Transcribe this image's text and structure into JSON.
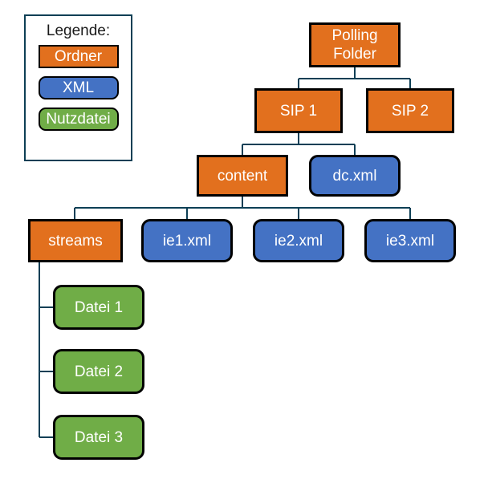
{
  "diagram": {
    "title_visible": false,
    "colors": {
      "folder": "#e2701e",
      "xml": "#4472c4",
      "nutzdatei": "#70ad47",
      "connector": "#0d3f55",
      "border": "#000000",
      "legend_border": "#0d3f55",
      "node_text": "#ffffff",
      "legend_text": "#1a1a1a",
      "background": "#ffffff"
    }
  },
  "legend": {
    "title": "Legende:",
    "items": [
      {
        "label": "Ordner",
        "type": "folder"
      },
      {
        "label": "XML",
        "type": "xml"
      },
      {
        "label": "Nutzdatei",
        "type": "nutzdatei"
      }
    ]
  },
  "tree": {
    "root": {
      "label": "Polling\nFolder",
      "type": "folder"
    },
    "level2": [
      {
        "label": "SIP 1",
        "type": "folder"
      },
      {
        "label": "SIP 2",
        "type": "folder"
      }
    ],
    "level3": [
      {
        "label": "content",
        "type": "folder"
      },
      {
        "label": "dc.xml",
        "type": "xml"
      }
    ],
    "level4": [
      {
        "label": "streams",
        "type": "folder"
      },
      {
        "label": "ie1.xml",
        "type": "xml"
      },
      {
        "label": "ie2.xml",
        "type": "xml"
      },
      {
        "label": "ie3.xml",
        "type": "xml"
      }
    ],
    "level5": [
      {
        "label": "Datei 1",
        "type": "nutzdatei"
      },
      {
        "label": "Datei 2",
        "type": "nutzdatei"
      },
      {
        "label": "Datei 3",
        "type": "nutzdatei"
      }
    ]
  }
}
